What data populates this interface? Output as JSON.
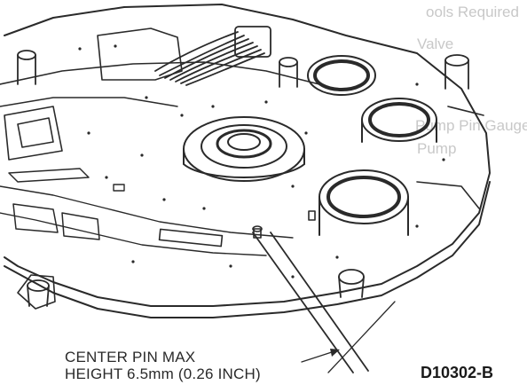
{
  "callout": {
    "line1": "CENTER PIN MAX",
    "line2": "HEIGHT 6.5mm (0.26 INCH)"
  },
  "figure_id": "D10302-B",
  "bleed_through": {
    "line1": "ools Required",
    "line2": "Valve",
    "line3": "Pump Pin Gauge",
    "line4": "Pump"
  },
  "colors": {
    "ink": "#2a2a2a",
    "paper": "#ffffff",
    "ghost": "#c8c8c8"
  }
}
